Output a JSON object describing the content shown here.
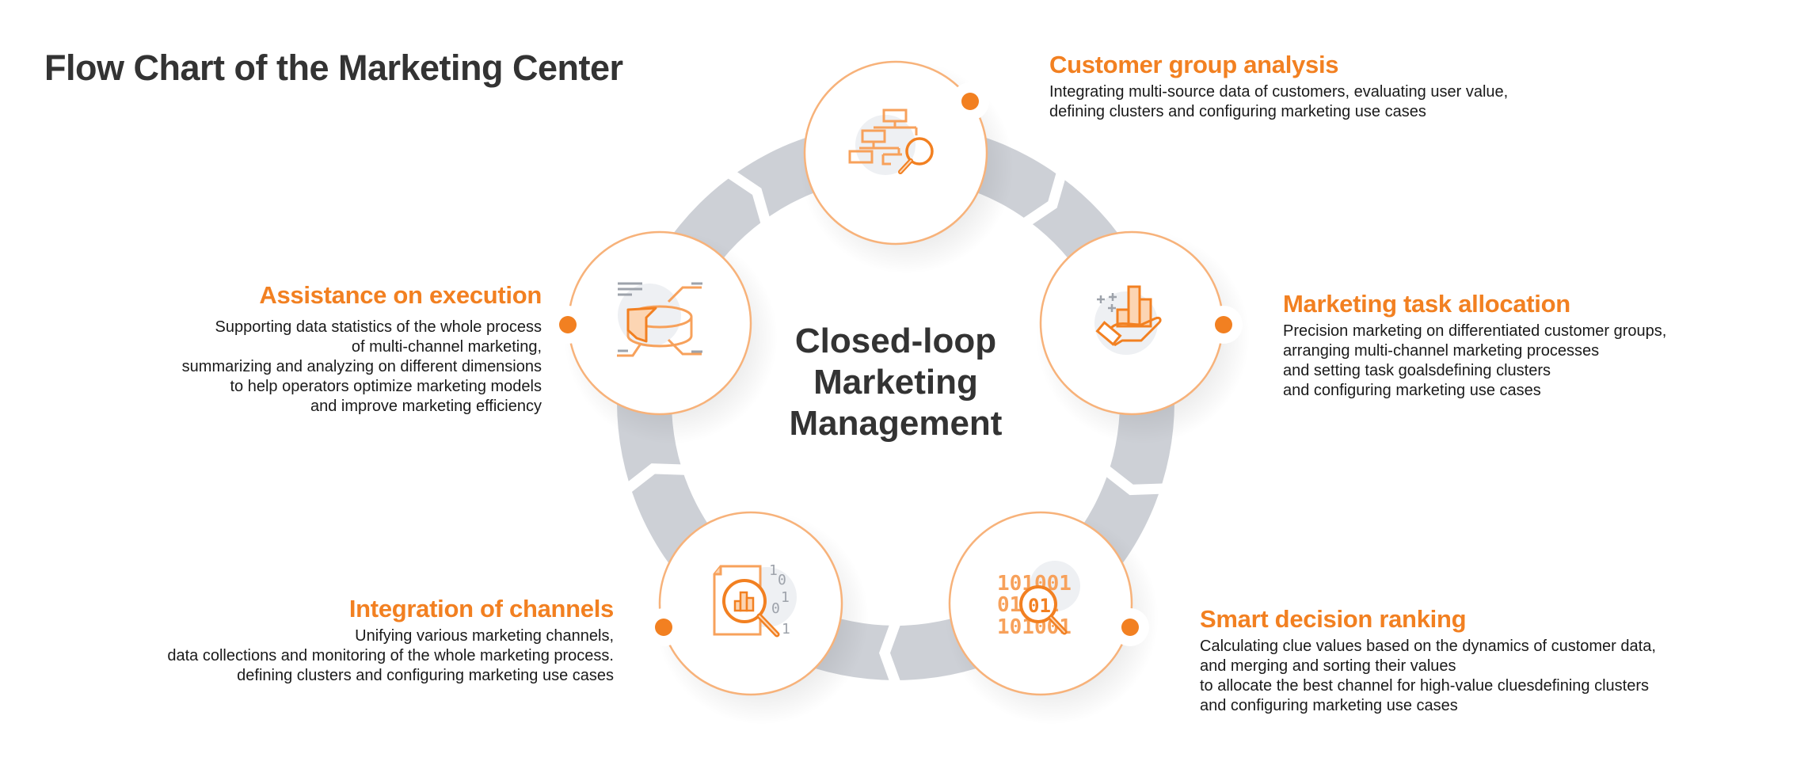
{
  "title": "Flow Chart of the Marketing Center",
  "center": {
    "lines": [
      "Closed-loop",
      "Marketing",
      "Management"
    ]
  },
  "colors": {
    "accent": "#f28021",
    "accent_light": "#f7b27a",
    "ring": "#cdd0d6",
    "text_dark": "#333333",
    "icon_bg": "#eef0f3"
  },
  "steps": [
    {
      "id": "customer-group-analysis",
      "icon": "org-chart-magnifier-icon",
      "title": "Customer group analysis",
      "description": [
        "Integrating multi-source data of customers, evaluating user value,",
        "defining clusters and configuring marketing use cases"
      ]
    },
    {
      "id": "marketing-task-allocation",
      "icon": "hand-bar-chart-icon",
      "title": "Marketing task allocation",
      "description": [
        "Precision marketing on differentiated customer groups,",
        "arranging multi-channel marketing processes",
        "and setting task goalsdefining clusters",
        "and configuring marketing use cases"
      ]
    },
    {
      "id": "smart-decision-ranking",
      "icon": "binary-magnifier-icon",
      "title": "Smart decision ranking",
      "description": [
        "Calculating clue values based on the dynamics of customer data,",
        "and merging and sorting their values",
        "to allocate the best channel for high-value cluesdefining clusters",
        "and configuring marketing use cases"
      ]
    },
    {
      "id": "integration-of-channels",
      "icon": "document-chart-magnifier-icon",
      "title": "Integration of channels",
      "description": [
        "Unifying various marketing channels,",
        "data collections and monitoring of the whole marketing process.",
        "defining clusters and configuring marketing use cases"
      ]
    },
    {
      "id": "assistance-on-execution",
      "icon": "pie-chart-analysis-icon",
      "title": "Assistance on execution",
      "description": [
        "Supporting data statistics of the whole process",
        "of multi-channel marketing,",
        "summarizing and analyzing on different dimensions",
        "to help operators optimize marketing models",
        "and improve marketing efficiency"
      ]
    }
  ]
}
